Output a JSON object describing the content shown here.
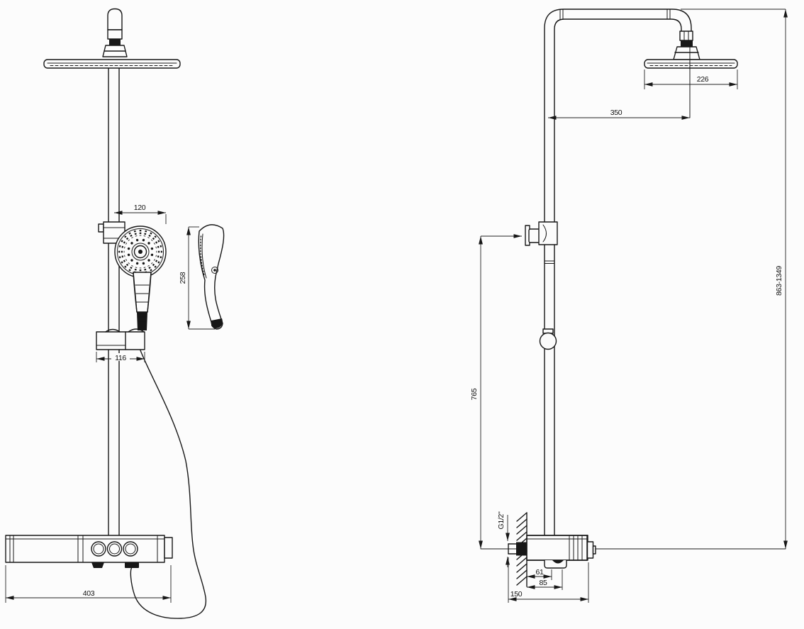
{
  "drawing": {
    "type": "technical-dimension-drawing",
    "subject": "thermostatic shower column, front and side orthographic views",
    "colors": {
      "background": "#fcfcfc",
      "line": "#171717"
    }
  },
  "front_view": {
    "dims": {
      "hand_shower_offset": "120",
      "hand_shower_length": "258",
      "slider_bracket_width": "116",
      "shelf_width": "403"
    }
  },
  "side_view": {
    "dims": {
      "head_width": "226",
      "arm_reach": "350",
      "riser_height_range": "863-1349",
      "wall_bracket_height": "765",
      "inlet_thread": "G1/2\"",
      "outlet_offset_inner": "61",
      "outlet_offset_outer": "85",
      "shelf_depth": "150"
    }
  }
}
